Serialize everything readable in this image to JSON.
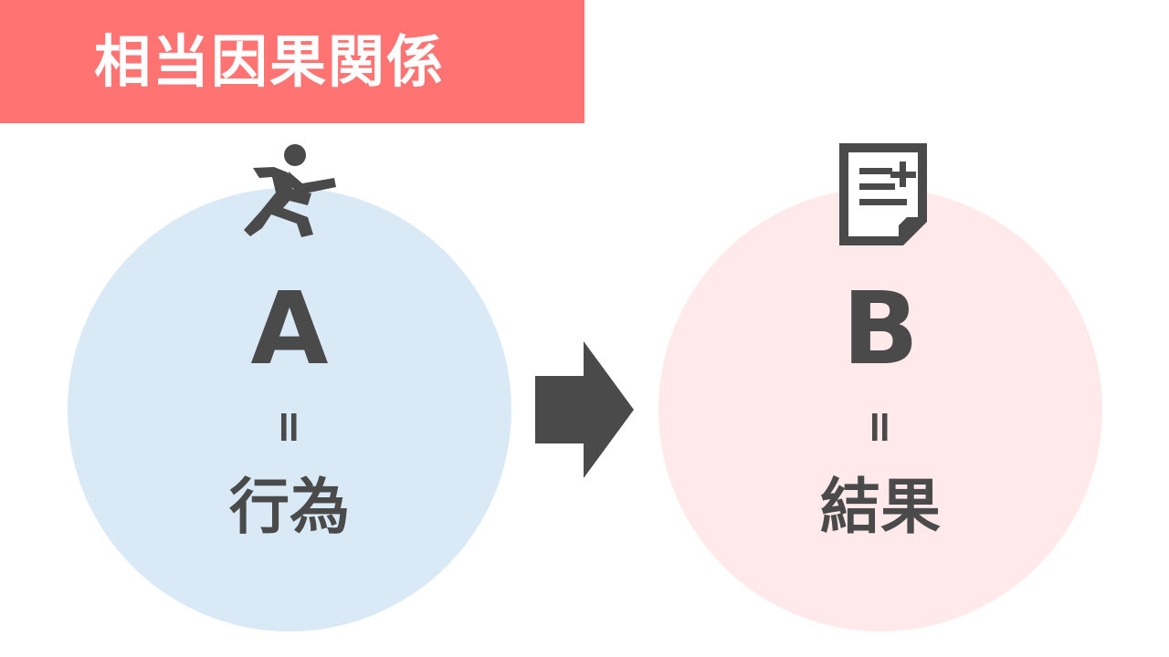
{
  "title": "相当因果関係",
  "nodes": {
    "a": {
      "letter": "A",
      "equals": "=",
      "label": "行為",
      "icon": "running-person-icon",
      "fill": "#d9e9f6"
    },
    "b": {
      "letter": "B",
      "equals": "=",
      "label": "結果",
      "icon": "document-icon",
      "fill": "#ffe9ea"
    }
  },
  "colors": {
    "banner": "#ff7373",
    "text": "#4a4a4a",
    "arrow": "#4a4a4a"
  }
}
